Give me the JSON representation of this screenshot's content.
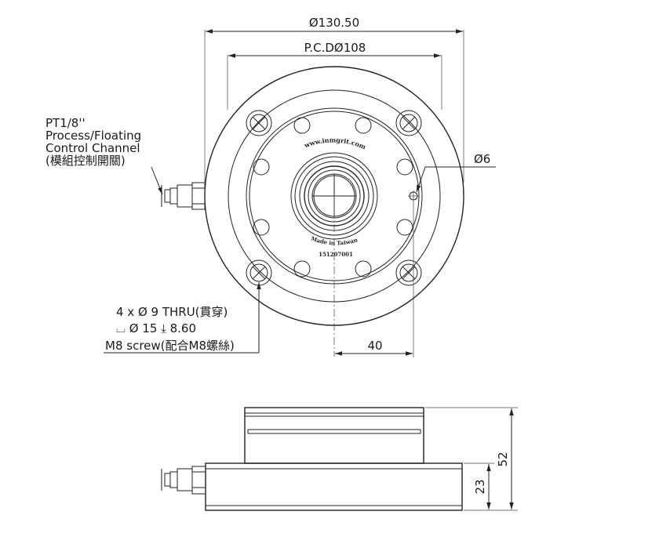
{
  "top_view": {
    "dim_outer_dia": "Ø130.50",
    "dim_pcd": "P.C.DØ108",
    "dim_pin_hole": "Ø6",
    "dim_offset": "40",
    "brand_text": "www.inmgrit.com",
    "made_in": "Made in Taiwan",
    "serial": "151207001"
  },
  "port_note": {
    "lines": [
      "PT1/8''",
      "Process/Floating",
      "Control Channel",
      "(模組控制開關)"
    ]
  },
  "hole_note": {
    "line1": "4 x Ø 9 THRU(貫穿)",
    "line2": "⌴ Ø 15 ⤓ 8.60",
    "line3": "M8 screw(配合M8螺絲)"
  },
  "side_view": {
    "dim_total_height": "52",
    "dim_base_height": "23"
  }
}
